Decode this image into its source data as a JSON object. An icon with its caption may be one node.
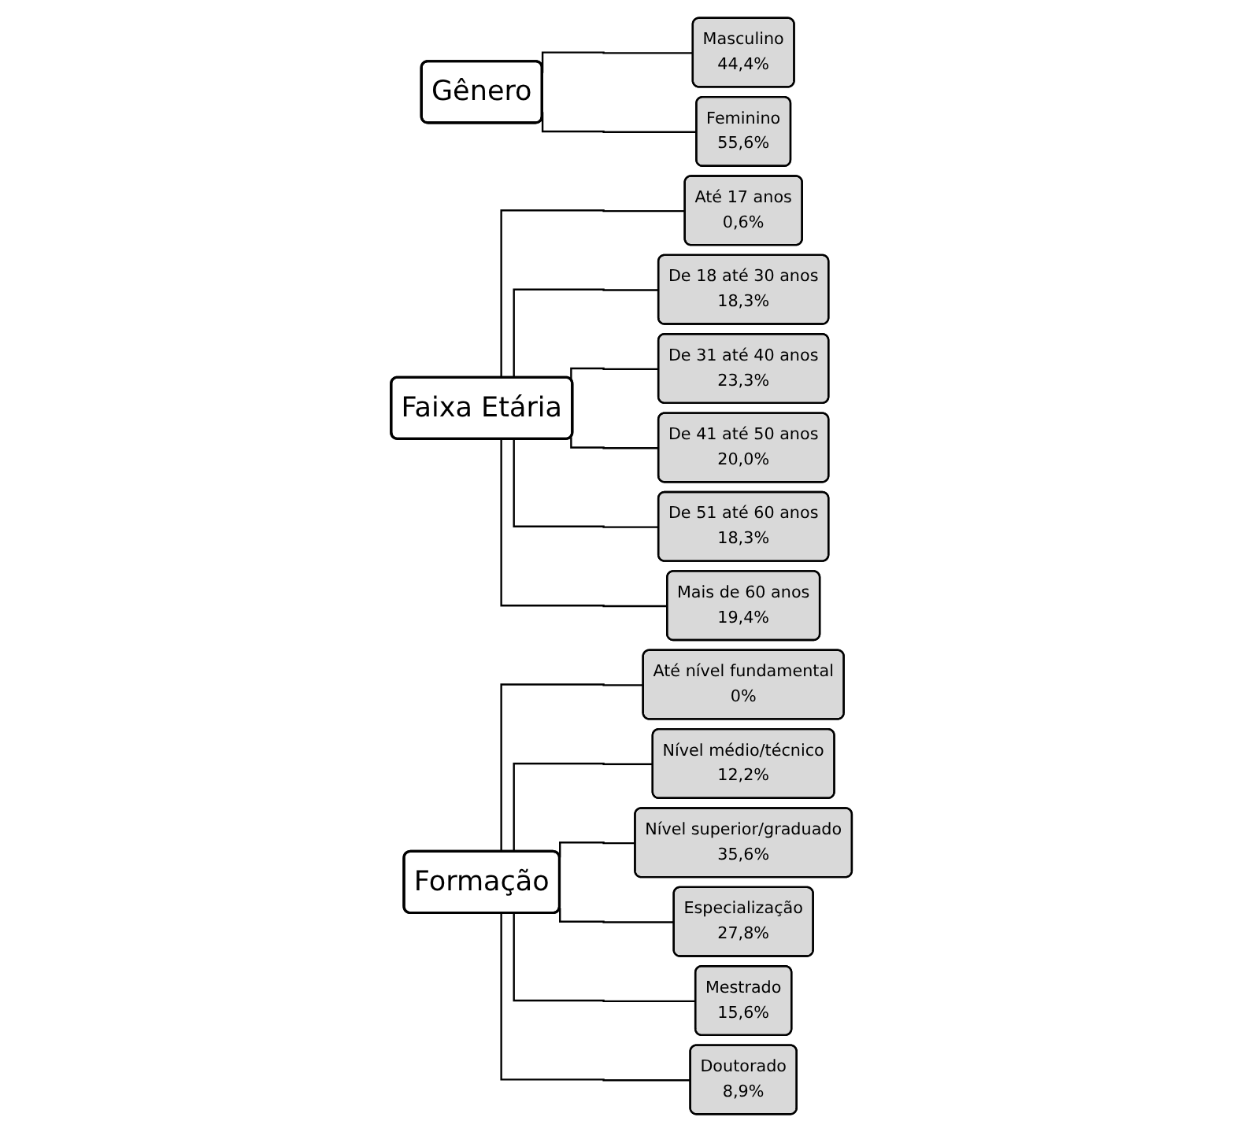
{
  "diagram": {
    "nodes": [
      {
        "text": [
          "Gênero"
        ]
      },
      {
        "text": [
          "Masculino",
          "44,4%"
        ]
      },
      {
        "text": [
          "Feminino",
          "55,6%"
        ]
      },
      {
        "text": [
          "Faixa Etária"
        ]
      },
      {
        "text": [
          "Até 17 anos",
          "0,6%"
        ]
      },
      {
        "text": [
          "De 18 até 30 anos",
          "18,3%"
        ]
      },
      {
        "text": [
          "De 31 até 40 anos",
          "23,3%"
        ]
      },
      {
        "text": [
          "De 41 até 50 anos",
          "20,0%"
        ]
      },
      {
        "text": [
          "De 51 até 60 anos",
          "18,3%"
        ]
      },
      {
        "text": [
          "Mais de 60 anos",
          "19,4%"
        ]
      },
      {
        "text": [
          "Formação"
        ]
      },
      {
        "text": [
          "Até nível fundamental",
          "0%"
        ]
      },
      {
        "text": [
          "Nível médio/técnico",
          "12,2%"
        ]
      },
      {
        "text": [
          "Nível superior/graduado",
          "35,6%"
        ]
      },
      {
        "text": [
          "Especialização",
          "27,8%"
        ]
      },
      {
        "text": [
          "Mestrado",
          "15,6%"
        ]
      },
      {
        "text": [
          "Doutorado",
          "8,9%"
        ]
      }
    ],
    "edges": [
      {
        "from": 0,
        "to": 1,
        "arrow": "none"
      },
      {
        "from": 0,
        "to": 2,
        "arrow": "none"
      },
      {
        "from": 3,
        "to": 4,
        "arrow": "none"
      },
      {
        "from": 3,
        "to": 5,
        "arrow": "none"
      },
      {
        "from": 3,
        "to": 6,
        "arrow": "none"
      },
      {
        "from": 3,
        "to": 7,
        "arrow": "none"
      },
      {
        "from": 3,
        "to": 8,
        "arrow": "none"
      },
      {
        "from": 3,
        "to": 9,
        "arrow": "none"
      },
      {
        "from": 10,
        "to": 11,
        "arrow": "none"
      },
      {
        "from": 10,
        "to": 12,
        "arrow": "none"
      },
      {
        "from": 10,
        "to": 13,
        "arrow": "none"
      },
      {
        "from": 10,
        "to": 14,
        "arrow": "none"
      },
      {
        "from": 10,
        "to": 15,
        "arrow": "none"
      },
      {
        "from": 10,
        "to": 16,
        "arrow": "none"
      }
    ]
  }
}
